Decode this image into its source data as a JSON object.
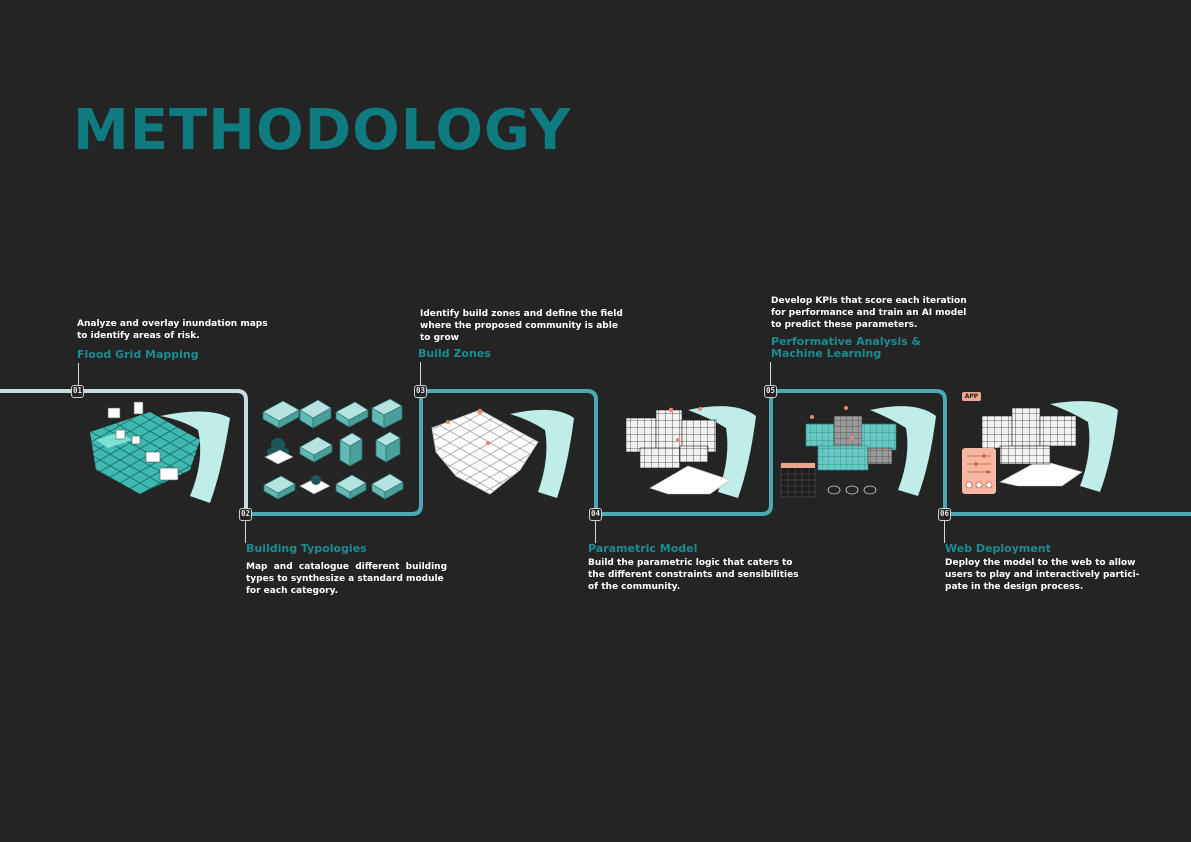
{
  "page": {
    "title": "METHODOLOGY"
  },
  "stages": [
    {
      "number": "01",
      "title": "Flood Grid Mapping",
      "description": "Analyze and overlay inundation maps\nto identify areas of risk."
    },
    {
      "number": "02",
      "title": "Building Typologies",
      "description": "Map  and  catalogue  different  building\ntypes to synthesize a standard module\nfor each category."
    },
    {
      "number": "03",
      "title": "Build Zones",
      "description": "Identify build zones and define the field\nwhere the proposed community is able\nto grow"
    },
    {
      "number": "04",
      "title": "Parametric Model",
      "description": "Build the parametric logic that caters to\nthe different constraints and sensibilities\nof the community."
    },
    {
      "number": "05",
      "title": "Performative Analysis &\nMachine Learning",
      "description": "Develop KPIs that score each iteration\nfor performance and train an AI model\nto predict these parameters."
    },
    {
      "number": "06",
      "title": "Web Deployment",
      "description": "Deploy the model to the web to allow\nusers to play and interactively partici-\npate in the design process."
    }
  ],
  "app_tag": "APP",
  "colors": {
    "background": "#242424",
    "title": "#0e7b80",
    "stage_title": "#1a8d92",
    "path_light": "#c6dde3",
    "path_teal": "#4aa9b2",
    "river": "#bfeee9",
    "tile_teal": "#3fb8b0",
    "accent_salmon": "#f0a58e"
  },
  "icons": [
    "flood-grid-illustration",
    "typology-blocks-illustration",
    "build-zone-grid-illustration",
    "parametric-model-illustration",
    "analysis-ml-illustration",
    "web-app-illustration"
  ]
}
